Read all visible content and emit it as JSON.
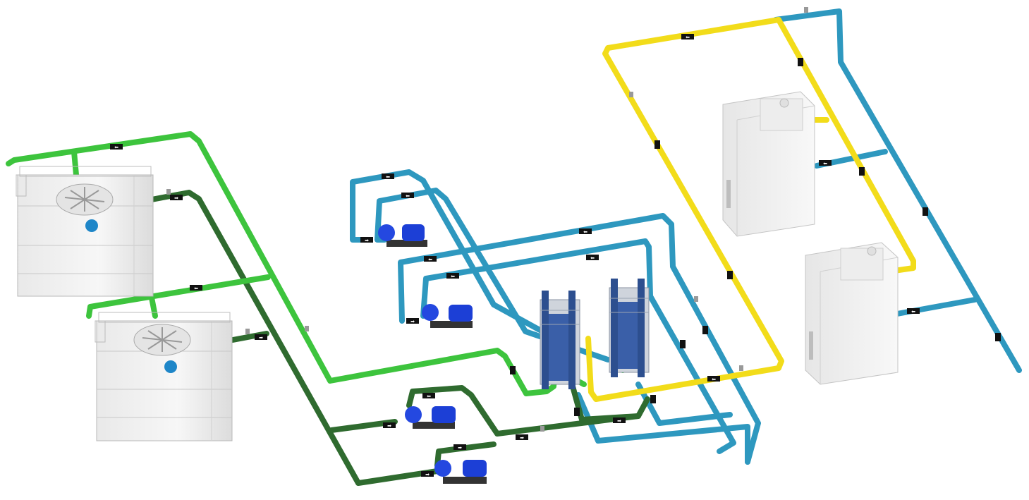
{
  "diagram": {
    "colors": {
      "light_green": "#3dc43d",
      "dark_green": "#2f6b2f",
      "blue": "#2e98bf",
      "yellow": "#f2dc1a",
      "pump": "#1c3fd6",
      "hx_plate": "#2d4f8f",
      "equipment": "#f2f2f2"
    },
    "equipment": [
      {
        "id": "cooling-tower-1",
        "kind": "cooling-tower"
      },
      {
        "id": "cooling-tower-2",
        "kind": "cooling-tower"
      },
      {
        "id": "pump-blue-1",
        "kind": "pump"
      },
      {
        "id": "pump-blue-2",
        "kind": "pump"
      },
      {
        "id": "pump-green-1",
        "kind": "pump"
      },
      {
        "id": "pump-green-2",
        "kind": "pump"
      },
      {
        "id": "heat-exchanger-1",
        "kind": "plate-heat-exchanger"
      },
      {
        "id": "heat-exchanger-2",
        "kind": "plate-heat-exchanger"
      },
      {
        "id": "cabinet-1",
        "kind": "air-handler"
      },
      {
        "id": "cabinet-2",
        "kind": "air-handler"
      }
    ],
    "circuits": [
      {
        "name": "condenser-supply",
        "color": "light_green"
      },
      {
        "name": "condenser-return",
        "color": "dark_green"
      },
      {
        "name": "chilled-water-loop",
        "color": "blue"
      },
      {
        "name": "process-loop",
        "color": "yellow"
      }
    ]
  }
}
